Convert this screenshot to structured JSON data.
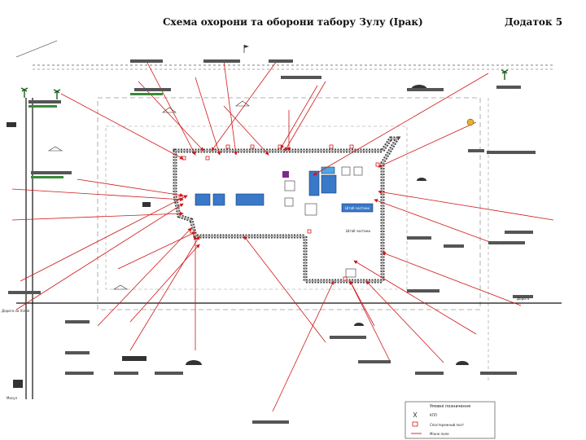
{
  "header": {
    "title": "Схема охорони та оборони табору Зулу (Ірак)",
    "annex": "Додаток 5"
  },
  "colors": {
    "threat_line": "#d01818",
    "wall": "#444444",
    "water": "#3a78c8",
    "road": "#111111"
  },
  "icons": [
    "palm-tree-icon",
    "crossed-tools-icon",
    "bunker-dome-icon",
    "vehicle-icon",
    "flag-icon",
    "satellite-dish-icon",
    "tent-icon"
  ],
  "map": {
    "edge_label_left": "Дорога на Хілля",
    "edge_label_right": "Дорога",
    "road_label_left": "Мосул",
    "building_label": "Штаб частини",
    "building_label_2": "Штаб частини"
  },
  "legend": {
    "title": "Умовні позначення",
    "items": [
      "КПП",
      "Спостережний пост",
      "Мінне поле"
    ]
  }
}
